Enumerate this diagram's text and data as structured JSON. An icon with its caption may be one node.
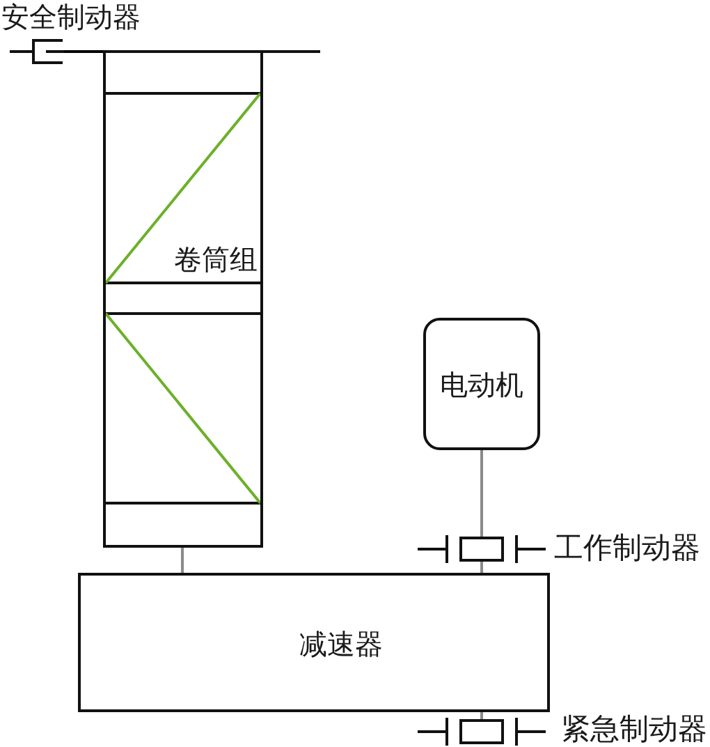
{
  "diagram": {
    "nodes": [
      {
        "text": [],
        "shape": "bracket",
        "beside": [
          "安全制动器"
        ]
      },
      {
        "text": [
          "卷筒组"
        ]
      },
      {
        "text": [
          "电动机"
        ]
      },
      {
        "text": [],
        "shape": "brake",
        "beside": [
          "工作制动器"
        ]
      },
      {
        "text": [
          "减速器"
        ]
      },
      {
        "text": [],
        "shape": "brake",
        "beside": [
          "紧急制动器"
        ]
      }
    ],
    "edges": [
      {
        "from": 0,
        "to": 1,
        "arrow": "none",
        "color": "#000000"
      },
      {
        "from": 1,
        "to": 4,
        "arrow": "none"
      },
      {
        "from": 2,
        "to": 3,
        "arrow": "none"
      },
      {
        "from": 3,
        "to": 4,
        "arrow": "none"
      },
      {
        "from": 4,
        "to": 5,
        "arrow": "none"
      }
    ]
  }
}
